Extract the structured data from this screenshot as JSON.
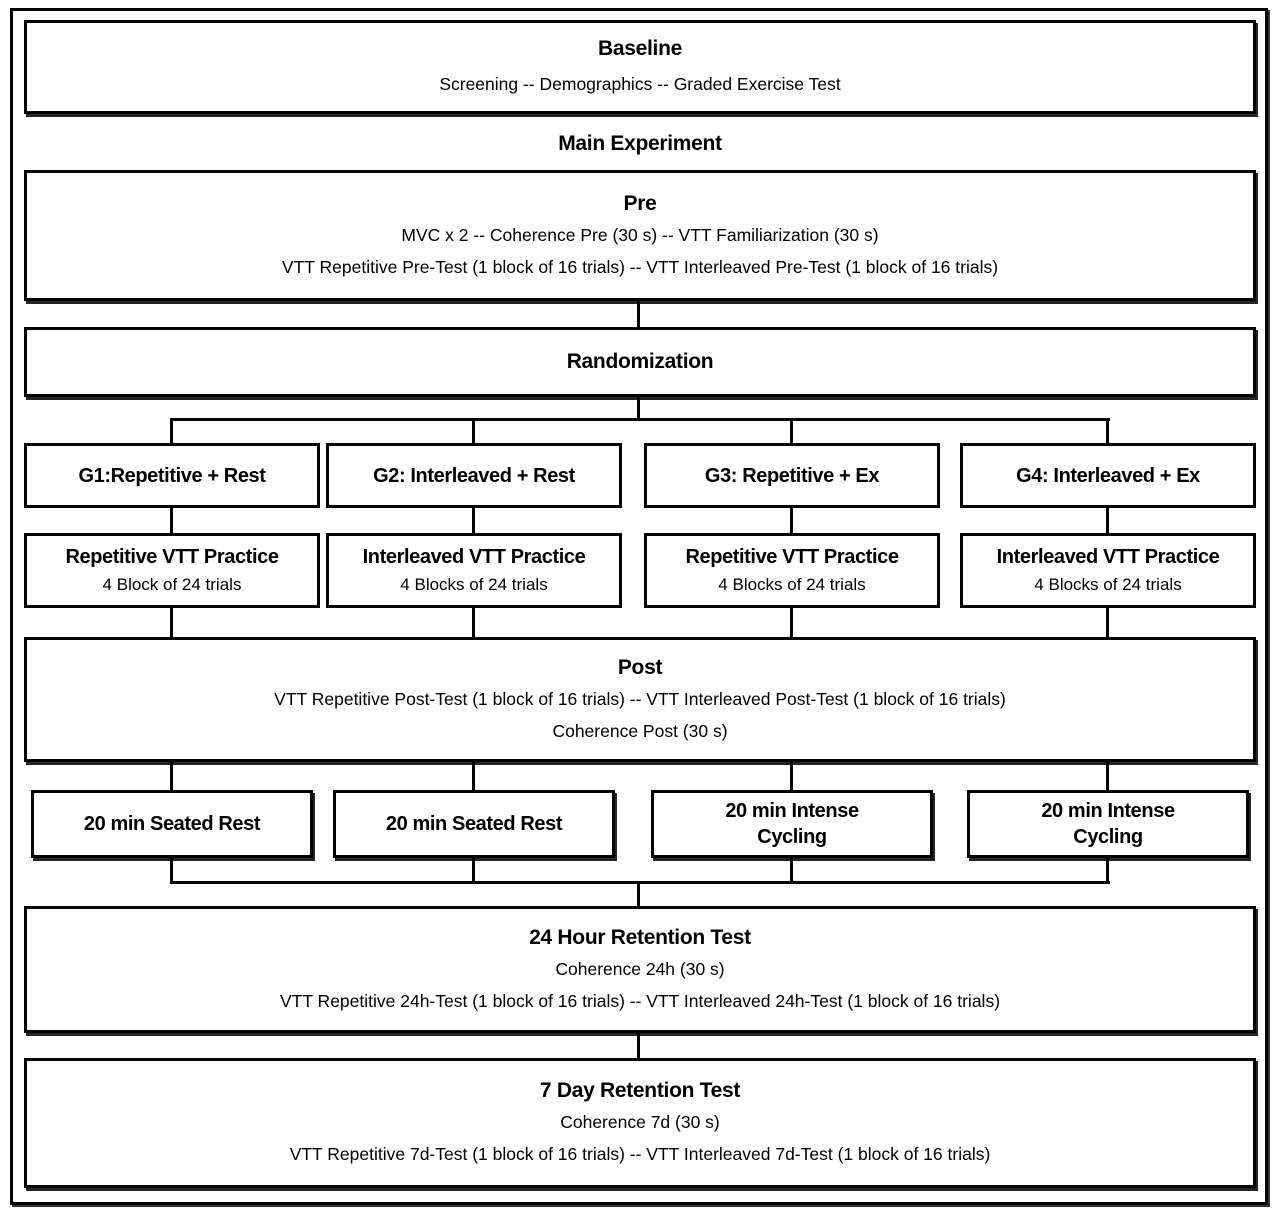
{
  "colors": {
    "line": "#000000",
    "box_background": "#ffffff",
    "page_background": "#ffffff"
  },
  "diagram": {
    "baseline": {
      "title": "Baseline",
      "subtitle": "Screening -- Demographics -- Graded Exercise Test"
    },
    "main_experiment_label": "Main Experiment",
    "pre": {
      "title": "Pre",
      "line1": "MVC x 2 -- Coherence Pre (30 s) -- VTT Familiarization (30 s)",
      "line2": "VTT Repetitive Pre-Test (1 block of 16 trials) -- VTT Interleaved  Pre-Test (1 block of 16 trials)"
    },
    "randomization": {
      "title": "Randomization"
    },
    "groups": [
      {
        "label": "G1:Repetitive + Rest"
      },
      {
        "label": "G2: Interleaved + Rest"
      },
      {
        "label": "G3: Repetitive + Ex"
      },
      {
        "label": "G4: Interleaved + Ex"
      }
    ],
    "practices": [
      {
        "title": "Repetitive VTT Practice",
        "subtitle": "4 Block of 24 trials"
      },
      {
        "title": "Interleaved VTT Practice",
        "subtitle": "4 Blocks of 24 trials"
      },
      {
        "title": "Repetitive VTT Practice",
        "subtitle": "4 Blocks of 24 trials"
      },
      {
        "title": "Interleaved VTT Practice",
        "subtitle": "4 Blocks of 24 trials"
      }
    ],
    "post": {
      "title": "Post",
      "line1": "VTT Repetitive Post-Test (1 block of 16 trials) -- VTT Interleaved  Post-Test (1 block of 16 trials)",
      "line2": "Coherence Post (30 s)"
    },
    "interventions": [
      {
        "line1": "20 min Seated Rest",
        "line2": ""
      },
      {
        "line1": "20 min Seated Rest",
        "line2": ""
      },
      {
        "line1": "20 min Intense",
        "line2": "Cycling"
      },
      {
        "line1": "20 min Intense",
        "line2": "Cycling"
      }
    ],
    "retention_24h": {
      "title": "24 Hour Retention Test",
      "line1": "Coherence 24h (30 s)",
      "line2": "VTT Repetitive 24h-Test (1 block of 16 trials) -- VTT Interleaved  24h-Test (1 block of 16 trials)"
    },
    "retention_7d": {
      "title": "7 Day Retention Test",
      "line1": "Coherence 7d (30 s)",
      "line2": "VTT Repetitive 7d-Test (1 block of 16 trials) -- VTT Interleaved  7d-Test (1 block of 16 trials)"
    }
  }
}
